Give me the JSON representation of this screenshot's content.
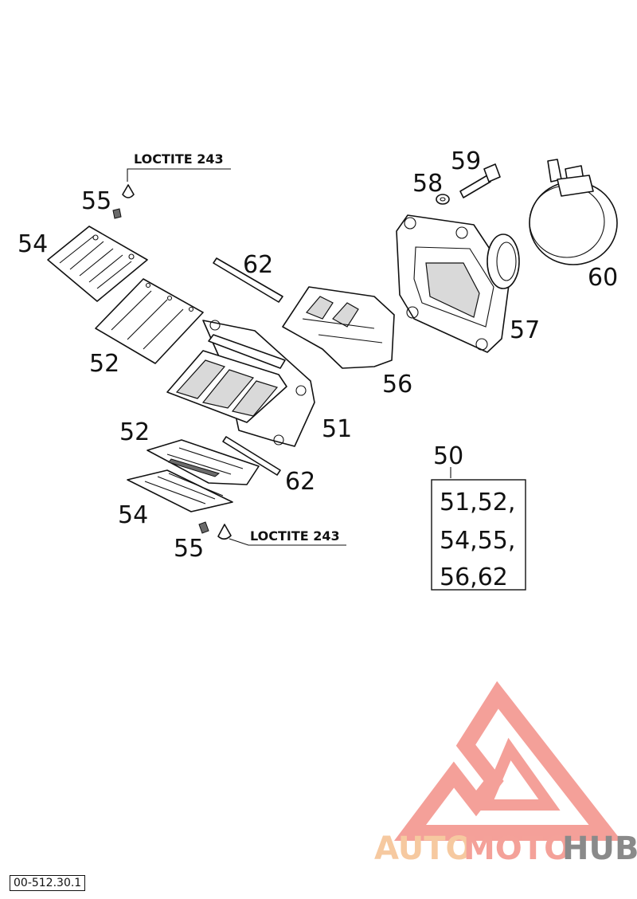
{
  "callouts": {
    "c50": "50",
    "c51": "51",
    "c52a": "52",
    "c52b": "52",
    "c54a": "54",
    "c54b": "54",
    "c55a": "55",
    "c55b": "55",
    "c56": "56",
    "c57": "57",
    "c58": "58",
    "c59": "59",
    "c60": "60",
    "c62a": "62",
    "c62b": "62"
  },
  "notes": {
    "loctite_top": "LOCTITE 243",
    "loctite_bottom": "LOCTITE 243"
  },
  "kit": {
    "lines": [
      "51,52,",
      "54,55,",
      "56,62"
    ]
  },
  "footer": {
    "reference": "00-512.30.1"
  },
  "watermark": {
    "part1": "AUTO",
    "part2": "MOTO",
    "part3": "HUB",
    "colors": {
      "auto": "#f6c9a0",
      "moto": "#f4a199",
      "hub": "#8a8a8a",
      "logo": "#f3968f"
    }
  }
}
